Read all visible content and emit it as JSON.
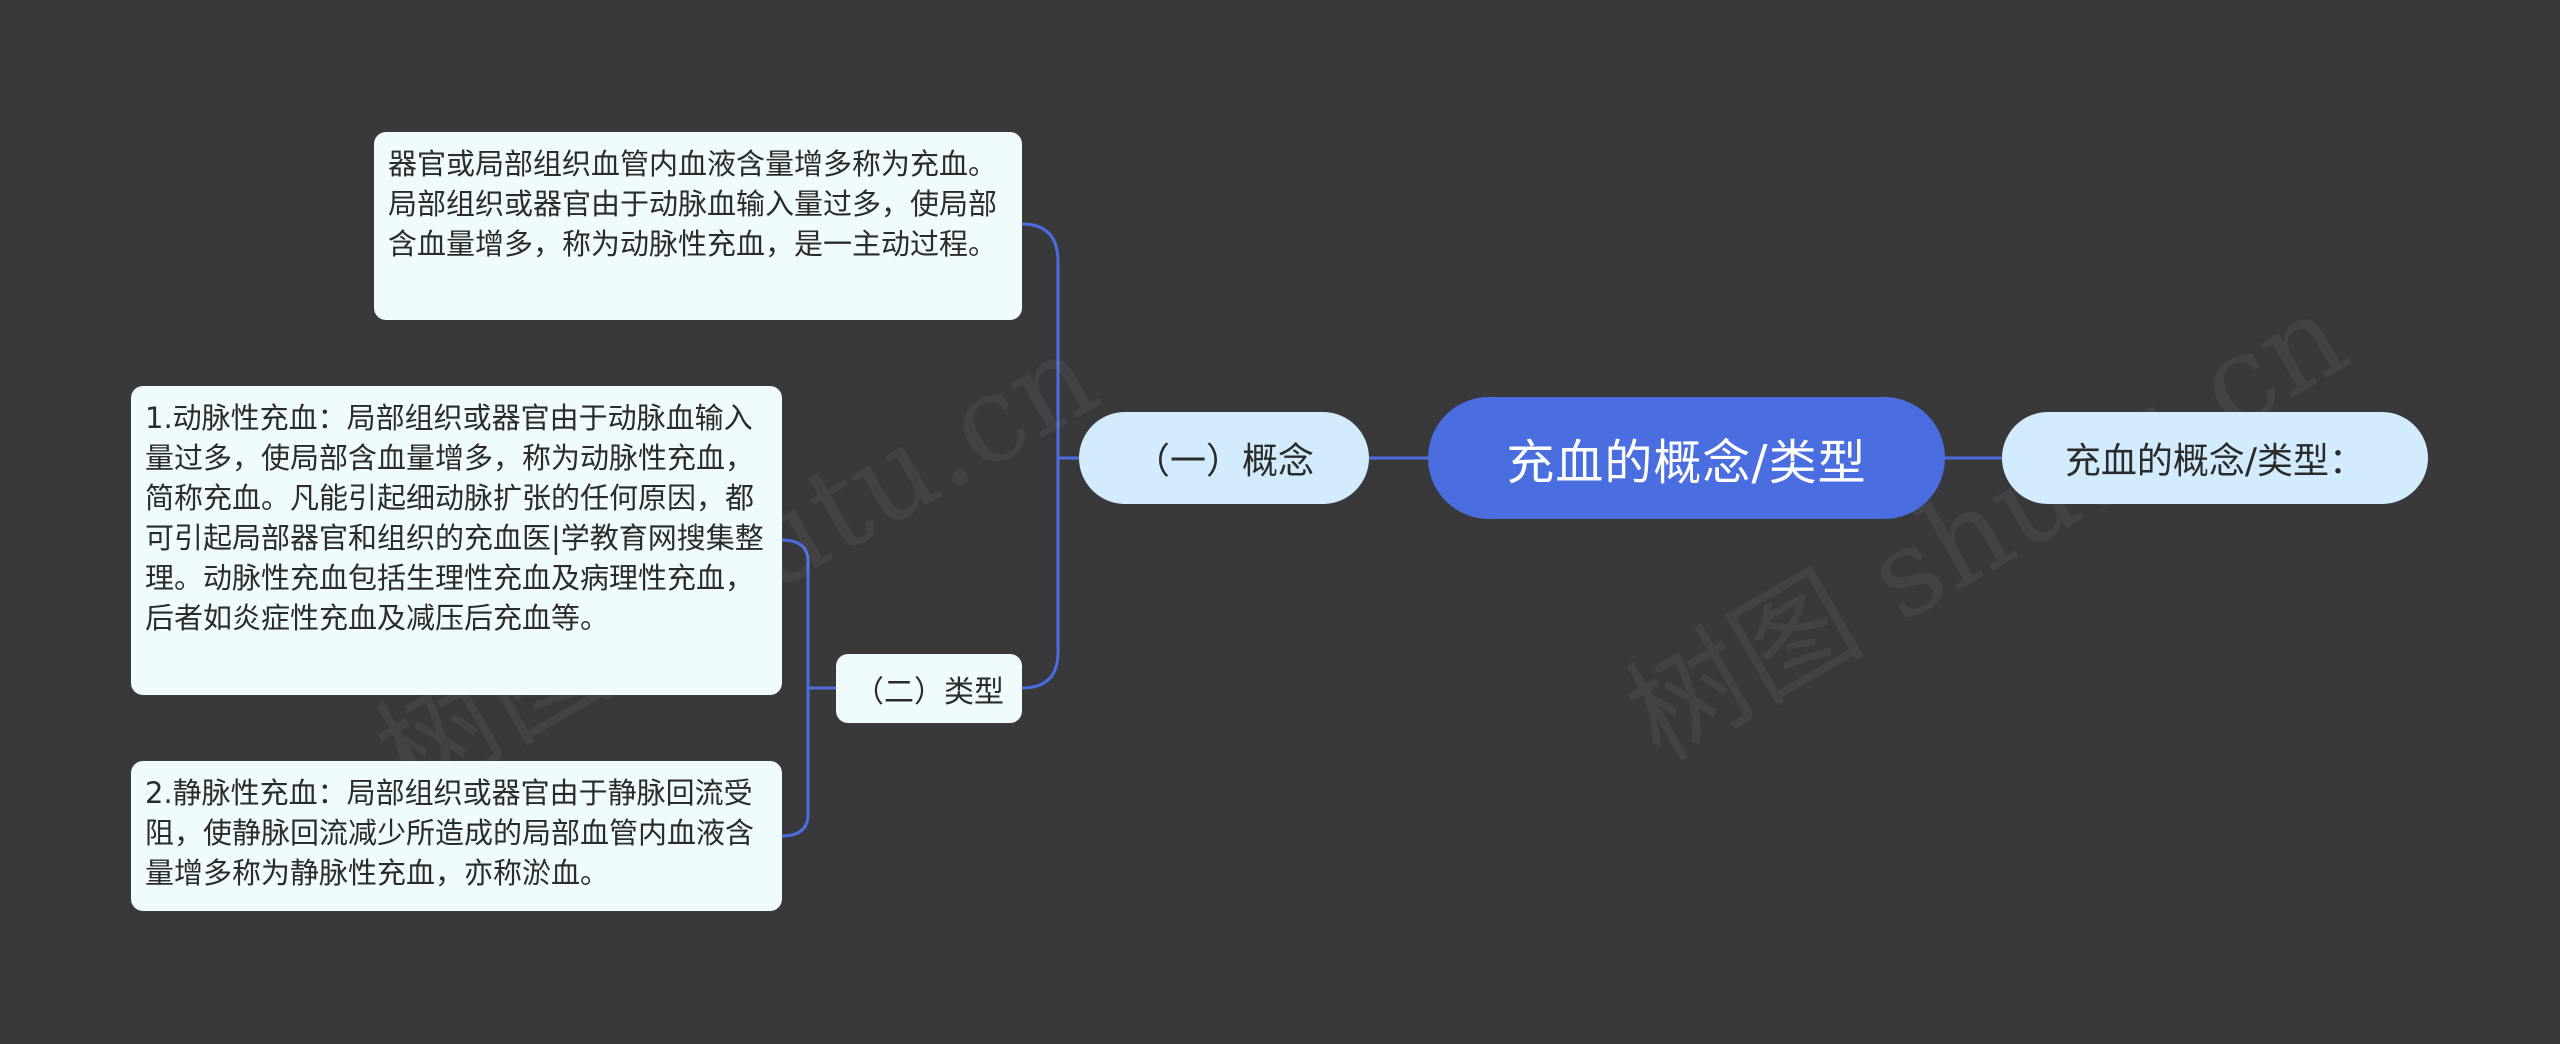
{
  "colors": {
    "background": "#39383b",
    "connector": "#4a6ee0",
    "root_fill": "#4a6ee0",
    "pill_fill": "#d3ecfd",
    "card_fill": "#f0fbfd"
  },
  "mindmap": {
    "root": {
      "label": "充血的概念/类型"
    },
    "right_node": {
      "label": "充血的概念/类型："
    },
    "concept": {
      "label": "（一）概念",
      "detail": "器官或局部组织血管内血液含量增多称为充血。局部组织或器官由于动脉血输入量过多，使局部含血量增多，称为动脉性充血，是一主动过程。"
    },
    "types": {
      "label": "（二）类型",
      "items": [
        {
          "text": "1.动脉性充血：局部组织或器官由于动脉血输入量过多，使局部含血量增多，称为动脉性充血，简称充血。凡能引起细动脉扩张的任何原因，都可引起局部器官和组织的充血医|学教育网搜集整理。动脉性充血包括生理性充血及病理性充血，后者如炎症性充血及减压后充血等。"
        },
        {
          "text": "2.静脉性充血：局部组织或器官由于静脉回流受阻，使静脉回流减少所造成的局部血管内血液含量增多称为静脉性充血，亦称淤血。"
        }
      ]
    }
  }
}
